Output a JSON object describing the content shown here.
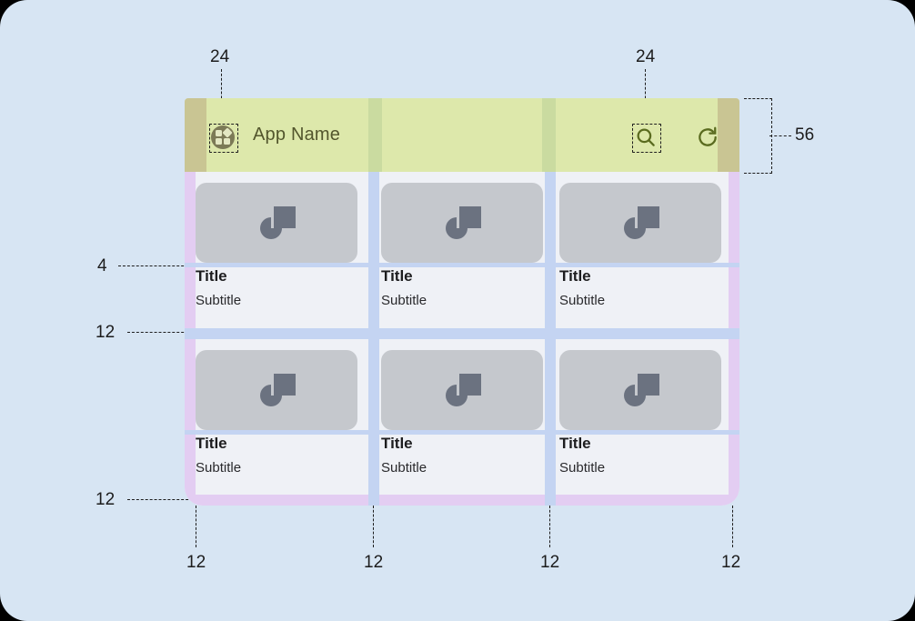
{
  "canvas": {
    "background": "#d7e5f3"
  },
  "appbar": {
    "title": "App Name",
    "height_dp": 56,
    "icon_name": "app-widgets-icon",
    "actions": [
      {
        "name": "search-icon",
        "label": "Search"
      },
      {
        "name": "refresh-icon",
        "label": "Refresh"
      }
    ],
    "colors": {
      "surface": "#dde8ab",
      "padding_overlay": "#c9c593",
      "gutter_overlay": "#cadba0",
      "text": "#53562d"
    }
  },
  "annotations": [
    {
      "id": "a1",
      "value": "24",
      "kind": "icon-touch-target",
      "target": "app-icon"
    },
    {
      "id": "a2",
      "value": "24",
      "kind": "icon-touch-target",
      "target": "search-icon"
    },
    {
      "id": "a3",
      "value": "56",
      "kind": "appbar-height"
    },
    {
      "id": "a4",
      "value": "4",
      "kind": "image-to-title-gap"
    },
    {
      "id": "a5",
      "value": "12",
      "kind": "row-gutter"
    },
    {
      "id": "a6",
      "value": "12",
      "kind": "bottom-padding"
    },
    {
      "id": "b1",
      "value": "12",
      "kind": "left-margin"
    },
    {
      "id": "b2",
      "value": "12",
      "kind": "column-gutter"
    },
    {
      "id": "b3",
      "value": "12",
      "kind": "column-gutter"
    },
    {
      "id": "b4",
      "value": "12",
      "kind": "right-margin"
    }
  ],
  "grid": {
    "columns": 3,
    "rows": 2,
    "colors": {
      "body": "#eff1f6",
      "margin_overlay": "#e3cdf2",
      "gutter_overlay": "#c4d4f2",
      "thumbnail": "#c5c8cd",
      "placeholder_shape": "#6b7280"
    },
    "cards": [
      {
        "title": "Title",
        "subtitle": "Subtitle",
        "image": "image-placeholder-icon"
      },
      {
        "title": "Title",
        "subtitle": "Subtitle",
        "image": "image-placeholder-icon"
      },
      {
        "title": "Title",
        "subtitle": "Subtitle",
        "image": "image-placeholder-icon"
      },
      {
        "title": "Title",
        "subtitle": "Subtitle",
        "image": "image-placeholder-icon"
      },
      {
        "title": "Title",
        "subtitle": "Subtitle",
        "image": "image-placeholder-icon"
      },
      {
        "title": "Title",
        "subtitle": "Subtitle",
        "image": "image-placeholder-icon"
      }
    ]
  }
}
